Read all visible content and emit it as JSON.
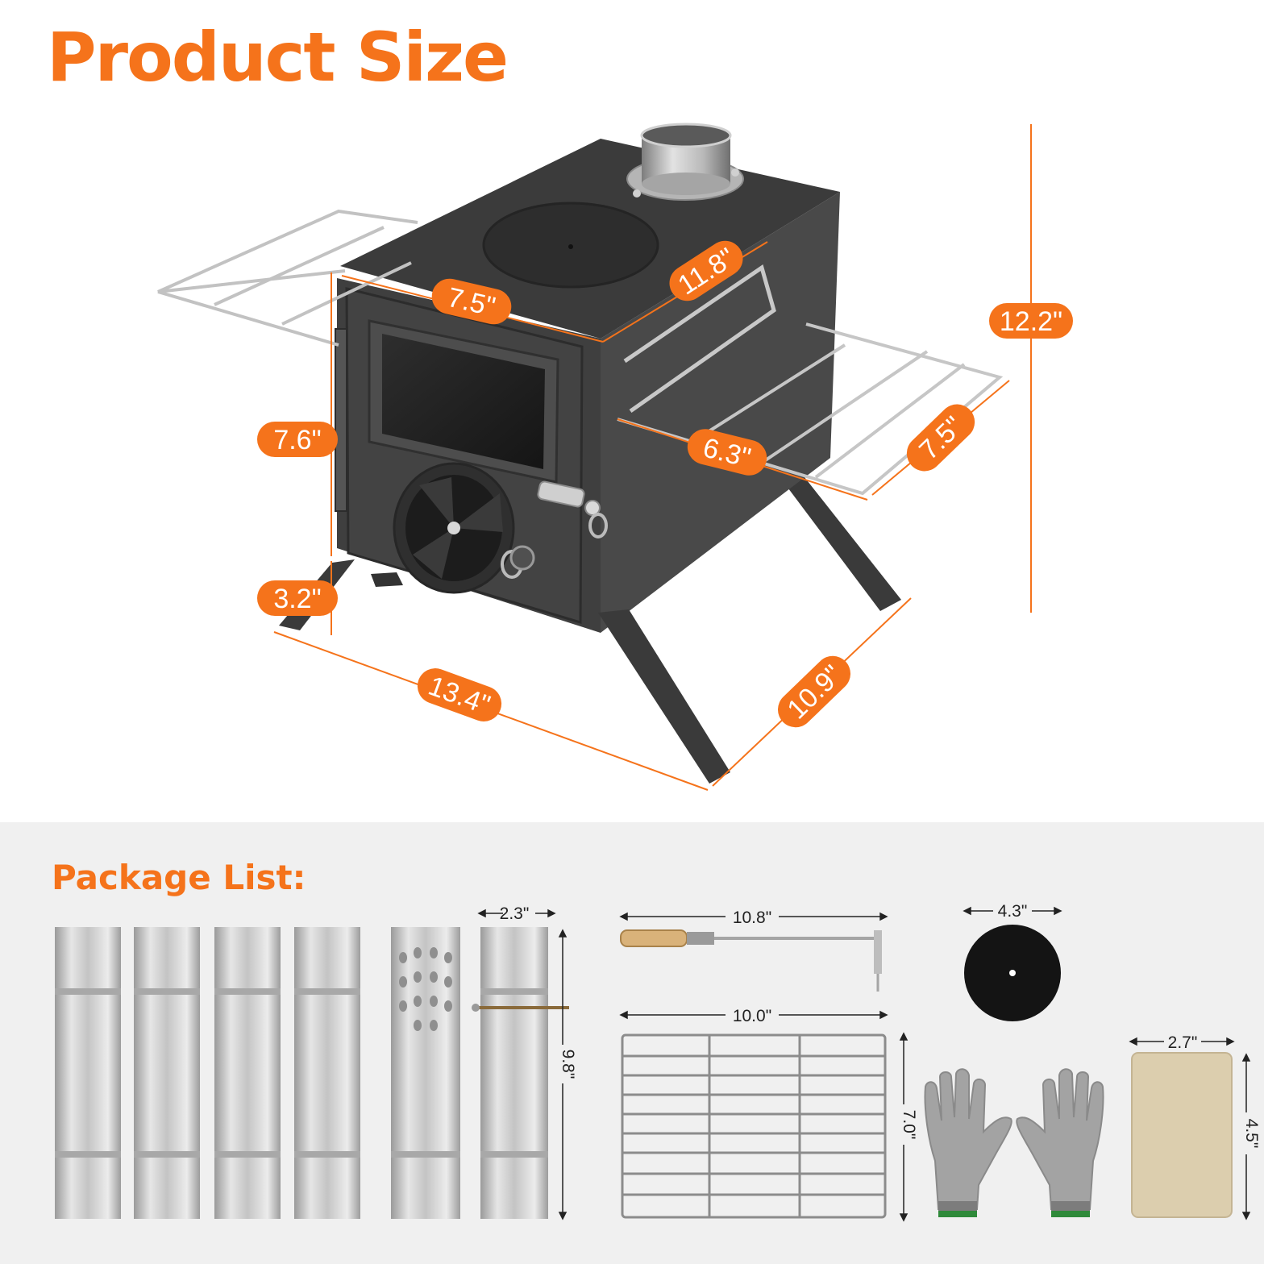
{
  "title": "Product Size",
  "package_title": "Package List:",
  "accent": "#f5731b",
  "stove_dims": {
    "front_width": "7.5\"",
    "depth": "11.8\"",
    "height": "12.2\"",
    "door_height": "7.6\"",
    "leg_height": "3.2\"",
    "shelf_width": "6.3\"",
    "shelf_depth": "7.5\"",
    "base_width": "13.4\"",
    "base_depth": "10.9\""
  },
  "package_dims": {
    "pipe_diameter": "2.3\"",
    "pipe_length": "9.8\"",
    "poker_length": "10.8\"",
    "lid_diameter": "4.3\"",
    "grill_width": "10.0\"",
    "grill_depth": "7.0\"",
    "mat_width": "2.7\"",
    "mat_height": "4.5\""
  }
}
